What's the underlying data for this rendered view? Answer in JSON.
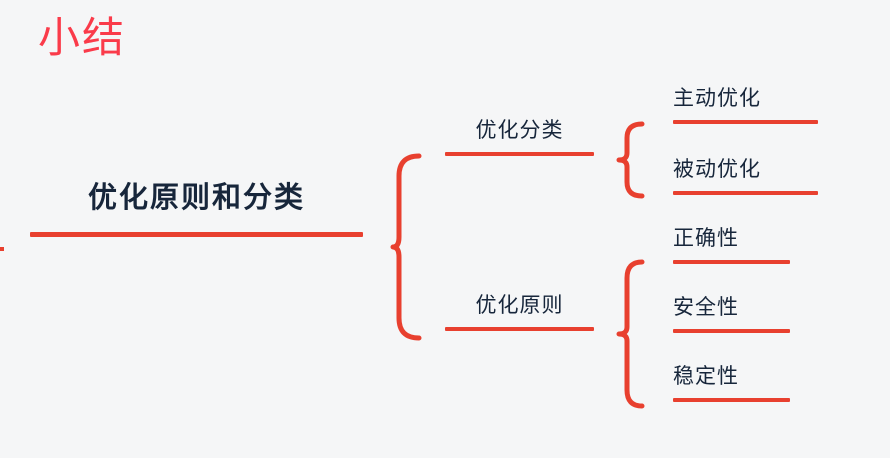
{
  "slide": {
    "title": "小结",
    "title_color": "#fa3b4a",
    "background_color": "#f5f6f7",
    "accent_color": "#e8402f",
    "text_color": "#17263b"
  },
  "mindmap": {
    "type": "bracket-mindmap",
    "orientation": "left-to-right",
    "root": {
      "label": "优化原则和分类"
    },
    "branches": [
      {
        "label": "优化分类",
        "children": [
          {
            "label": "主动优化"
          },
          {
            "label": "被动优化"
          }
        ]
      },
      {
        "label": "优化原则",
        "children": [
          {
            "label": "正确性"
          },
          {
            "label": "安全性"
          },
          {
            "label": "稳定性"
          }
        ]
      }
    ]
  }
}
